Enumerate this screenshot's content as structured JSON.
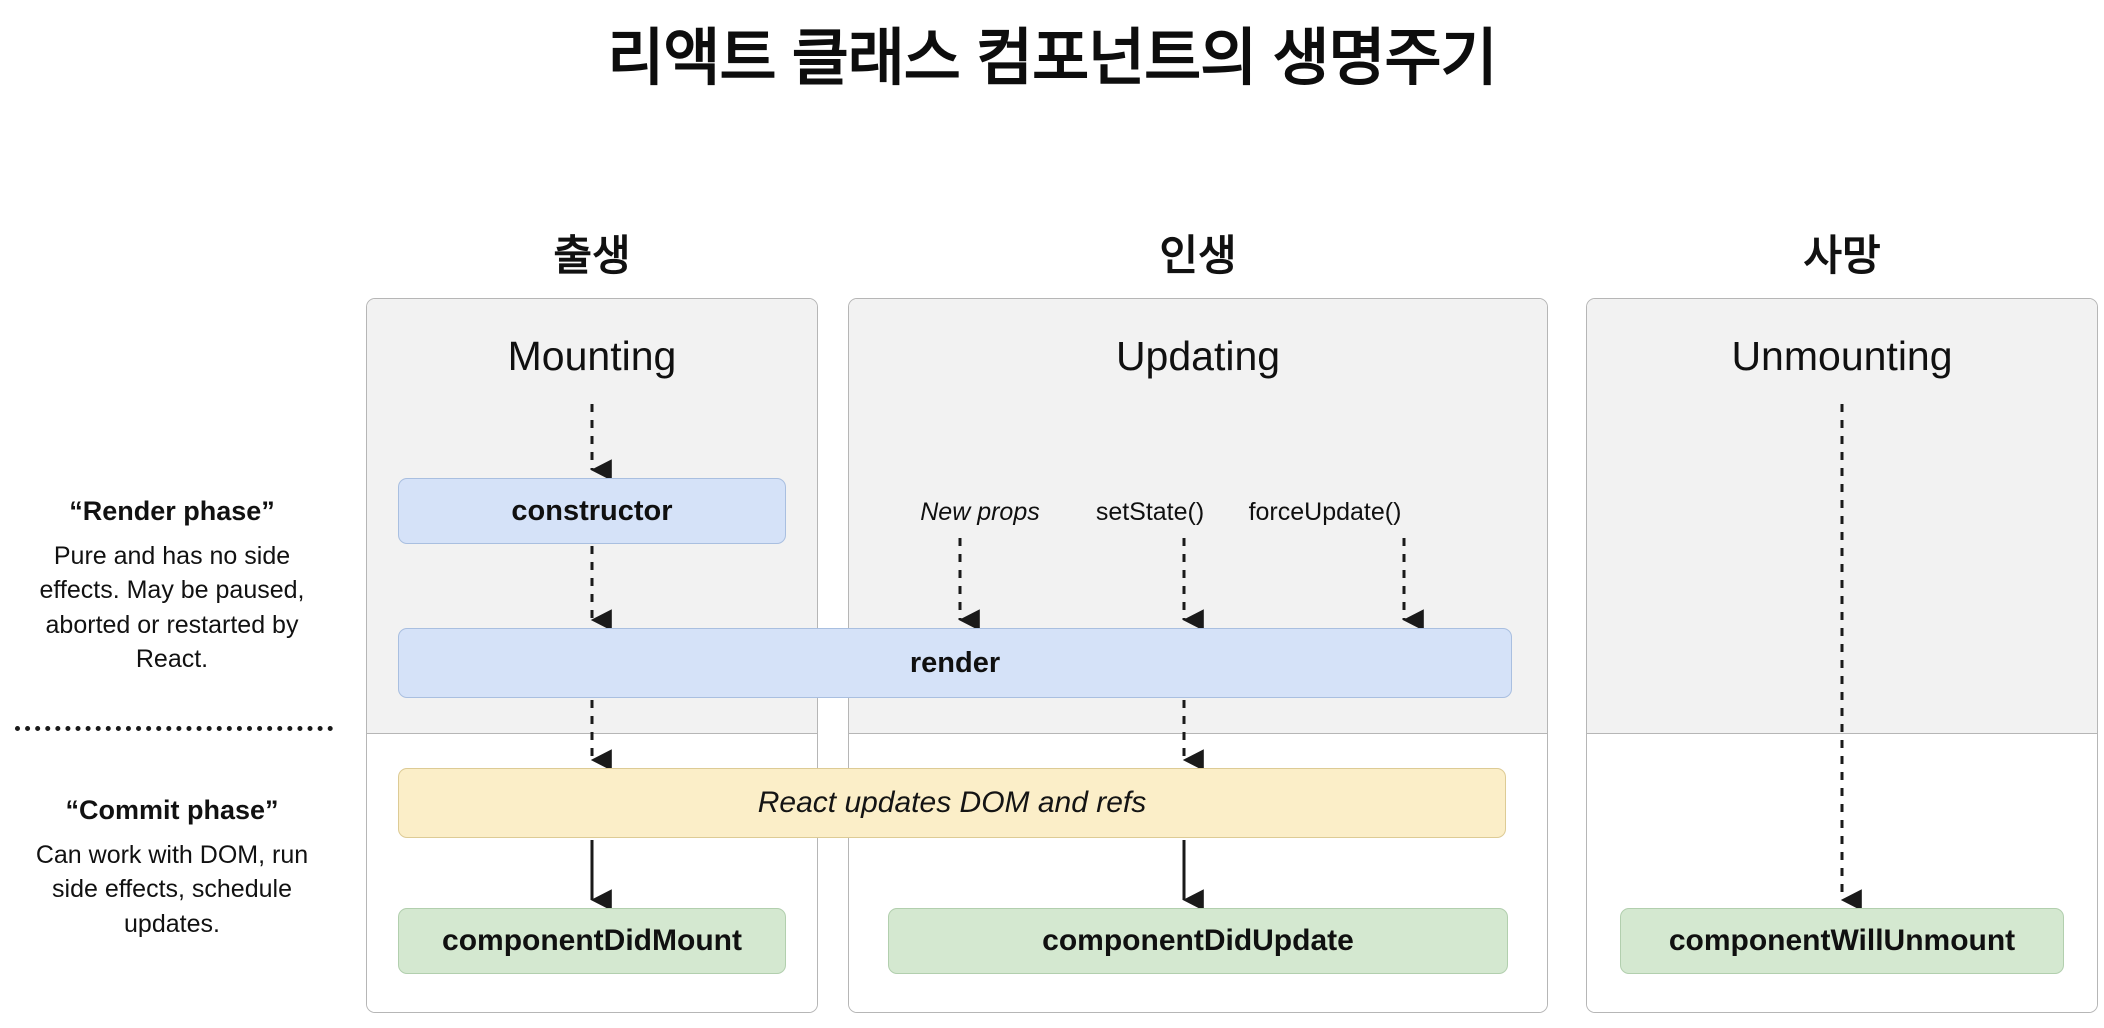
{
  "title": "리액트 클래스 컴포넌트의 생명주기",
  "stages": [
    {
      "id": "birth",
      "label": "출생"
    },
    {
      "id": "life",
      "label": "인생"
    },
    {
      "id": "death",
      "label": "사망"
    }
  ],
  "columns": [
    {
      "id": "mounting",
      "title": "Mounting"
    },
    {
      "id": "updating",
      "title": "Updating"
    },
    {
      "id": "unmounting",
      "title": "Unmounting"
    }
  ],
  "phases": [
    {
      "id": "render",
      "title": "“Render phase”",
      "description": "Pure and has no side effects. May be paused, aborted or restarted by React."
    },
    {
      "id": "commit",
      "title": "“Commit phase”",
      "description": "Can work with DOM, run side effects, schedule updates."
    }
  ],
  "triggers": [
    {
      "id": "new-props",
      "label": "New props",
      "italic": true
    },
    {
      "id": "set-state",
      "label": "setState()",
      "italic": false
    },
    {
      "id": "force-update",
      "label": "forceUpdate()",
      "italic": false
    }
  ],
  "nodes": [
    {
      "id": "constructor",
      "label": "constructor",
      "color": "blue",
      "phase": "render"
    },
    {
      "id": "render",
      "label": "render",
      "color": "blue",
      "phase": "render"
    },
    {
      "id": "react-updates",
      "label": "React updates DOM and refs",
      "color": "yellow",
      "phase": "commit"
    },
    {
      "id": "componentDidMount",
      "label": "componentDidMount",
      "color": "green",
      "phase": "commit"
    },
    {
      "id": "componentDidUpdate",
      "label": "componentDidUpdate",
      "color": "green",
      "phase": "commit"
    },
    {
      "id": "componentWillUnmount",
      "label": "componentWillUnmount",
      "color": "green",
      "phase": "commit"
    }
  ],
  "colors": {
    "blue_fill": "#d5e2f8",
    "blue_border": "#a9bfe0",
    "green_fill": "#d4e8d0",
    "green_border": "#b2cfae",
    "yellow_fill": "#fbeec8",
    "yellow_border": "#ddcb95",
    "zone_bg": "#f2f2f2",
    "col_border": "#b6b6b6",
    "text": "#101010",
    "background": "#ffffff"
  }
}
